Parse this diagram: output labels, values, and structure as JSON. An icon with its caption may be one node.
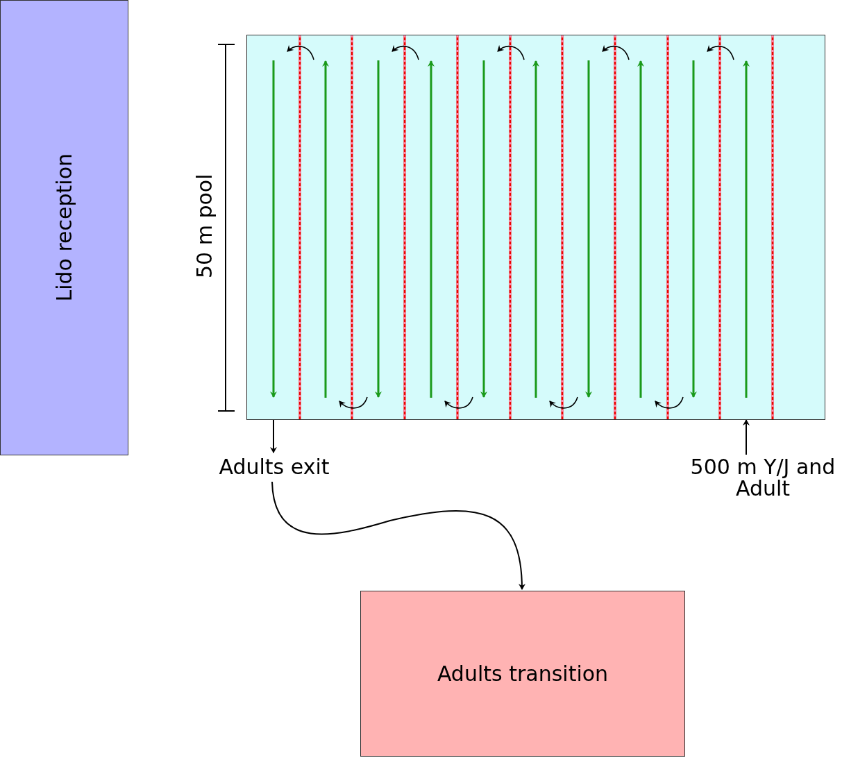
{
  "diagram": {
    "nodes": [
      {
        "text": [
          "Lido reception"
        ]
      },
      {
        "text": [],
        "shape": "box"
      },
      {
        "text": [
          "Adults exit"
        ]
      },
      {
        "text": [
          "500 m Y/J and Adult"
        ]
      },
      {
        "text": [
          "Adults transition"
        ]
      }
    ],
    "edges": [
      {
        "from": 1,
        "to": 2,
        "arrow": "to"
      },
      {
        "from": 3,
        "to": 1,
        "arrow": "to"
      },
      {
        "from": 2,
        "to": 4,
        "arrow": "to"
      }
    ],
    "labels": [
      "50 m pool"
    ]
  }
}
